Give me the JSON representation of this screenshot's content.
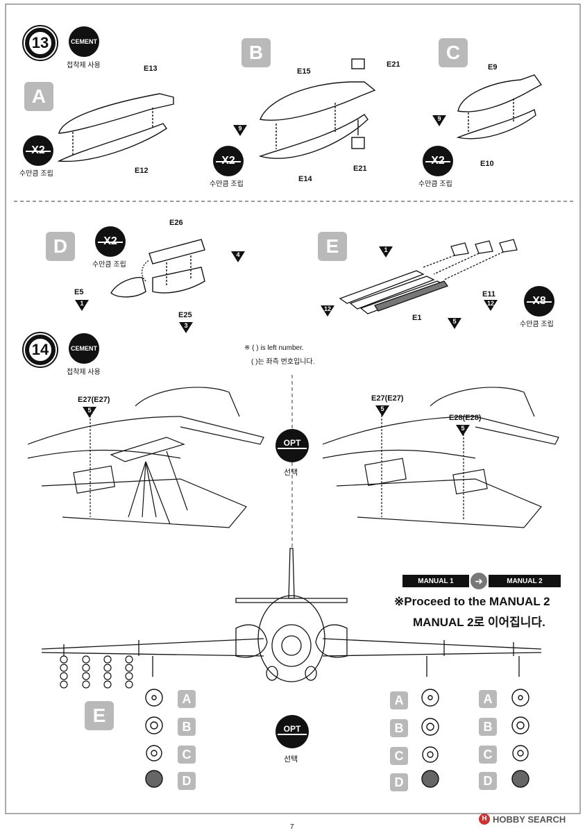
{
  "step13": {
    "number": "13",
    "cement_label": "CEMENT",
    "cement_caption": "접착제 사용",
    "subA": {
      "letter": "A",
      "top_part": "E13",
      "bottom_part": "E12",
      "qty": "X2",
      "qty_caption": "수만큼 조립"
    },
    "subB": {
      "letter": "B",
      "top_part": "E15",
      "bottom_part": "E14",
      "fin_top": "E21",
      "fin_bottom": "E21",
      "decal": "9",
      "qty": "X2",
      "qty_caption": "수만큼 조립"
    },
    "subC": {
      "letter": "C",
      "top_part": "E9",
      "bottom_part": "E10",
      "decal": "9",
      "qty": "X2",
      "qty_caption": "수만큼 조립"
    },
    "subD": {
      "letter": "D",
      "top_part": "E26",
      "bottom_part": "E25",
      "nose_part": "E5",
      "decal_nose": "1",
      "decal_body": "4",
      "decal_bottom": "3",
      "qty": "X2",
      "qty_caption": "수만큼 조립"
    },
    "subE": {
      "letter": "E",
      "decal_top": "1",
      "fins_part": "E11",
      "decal_fins": "12",
      "rail_part": "E1",
      "decal_rail": "5",
      "decal_tip": "12",
      "qty": "X8",
      "qty_caption": "수만큼 조립"
    }
  },
  "step14": {
    "number": "14",
    "cement_label": "CEMENT",
    "cement_caption": "접착제 사용",
    "note_en": "※ ( ) is left number.",
    "note_ko": "( )는 좌측 번호입니다.",
    "left_part": "E27(E27)",
    "left_decal": "5",
    "right_part_1": "E27(E27)",
    "right_decal_1": "5",
    "right_part_2": "E28(E28)",
    "right_decal_2": "5",
    "opt_label": "OPT",
    "opt_caption": "선택"
  },
  "manual": {
    "tab1": "MANUAL 1",
    "tab2": "MANUAL 2",
    "proceed_en": "※Proceed to the MANUAL 2",
    "proceed_ko": "MANUAL 2로 이어집니다."
  },
  "bottom": {
    "rocket_label": "E",
    "options": [
      "A",
      "B",
      "C",
      "D"
    ],
    "opt_label": "OPT",
    "opt_caption": "선택"
  },
  "footer": {
    "page_number": "7",
    "watermark": "HOBBY SEARCH"
  }
}
